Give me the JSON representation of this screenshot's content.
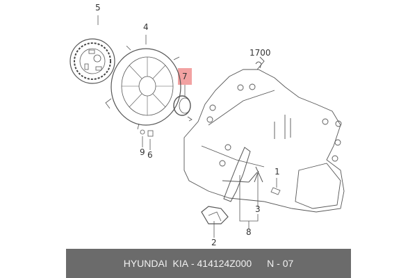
{
  "diagram": {
    "callouts": [
      {
        "id": "5",
        "label": "5"
      },
      {
        "id": "4",
        "label": "4"
      },
      {
        "id": "7",
        "label": "7",
        "highlighted": true
      },
      {
        "id": "1700",
        "label": "1700"
      },
      {
        "id": "9",
        "label": "9"
      },
      {
        "id": "6",
        "label": "6"
      },
      {
        "id": "1",
        "label": "1"
      },
      {
        "id": "3",
        "label": "3"
      },
      {
        "id": "8",
        "label": "8"
      },
      {
        "id": "2",
        "label": "2"
      }
    ],
    "highlight_color": "#f2a2a2"
  },
  "footer": {
    "brand": "HYUNDAI  KIA",
    "separator": " - ",
    "part_number": "414124Z000",
    "page_ref": "N - 07"
  }
}
